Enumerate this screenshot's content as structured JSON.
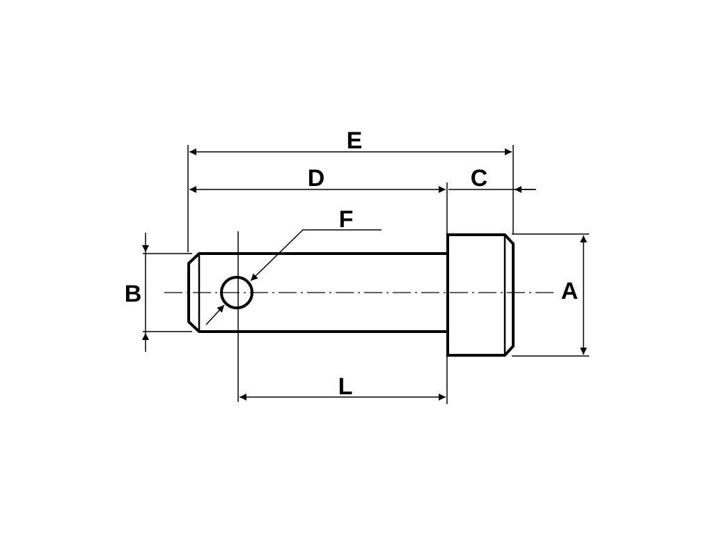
{
  "drawing": {
    "labels": {
      "A": "A",
      "B": "B",
      "C": "C",
      "D": "D",
      "E": "E",
      "F": "F",
      "L": "L"
    },
    "line_color": "#000000",
    "background": "#ffffff"
  }
}
